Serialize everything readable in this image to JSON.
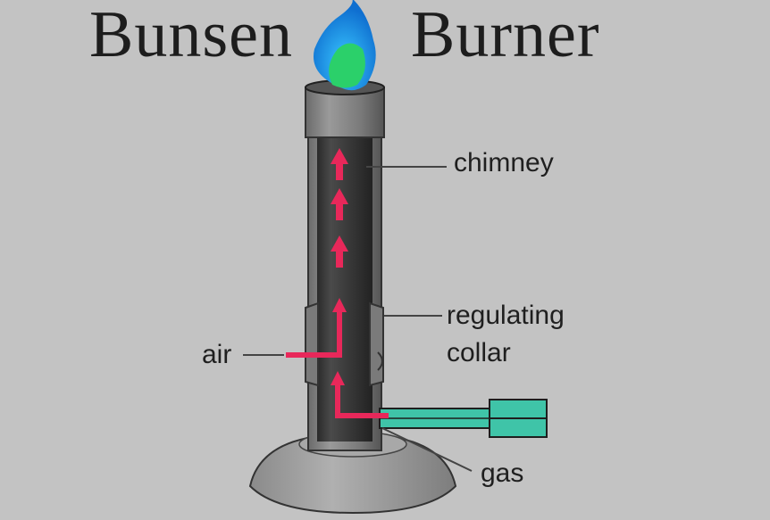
{
  "title": {
    "word1": "Bunsen",
    "word2": "Burner"
  },
  "labels": {
    "chimney": "chimney",
    "regulating": "regulating",
    "collar": "collar",
    "air": "air",
    "gas": "gas"
  },
  "colors": {
    "background": "#c3c3c3",
    "flame_outer": "#1a8fe0",
    "flame_inner": "#2bd06a",
    "arrow": "#e8285a",
    "gas_pipe": "#3fc4a8",
    "chimney_body": "#3a3a3a",
    "base": "#9c9c9c"
  }
}
